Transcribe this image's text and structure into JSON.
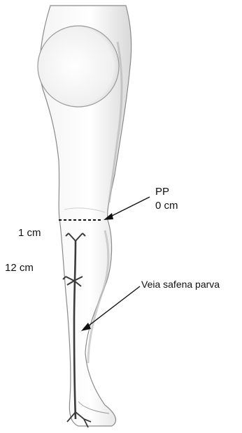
{
  "labels": {
    "pp": "PP",
    "pp_distance": "0 cm",
    "mark_1": "1 cm",
    "mark_12": "12 cm",
    "vein": "Veia safena parva"
  },
  "colors": {
    "outline": "#8a8a8a",
    "shade": "#bdbdbd",
    "vein": "#3a3a3a",
    "text": "#111111"
  }
}
